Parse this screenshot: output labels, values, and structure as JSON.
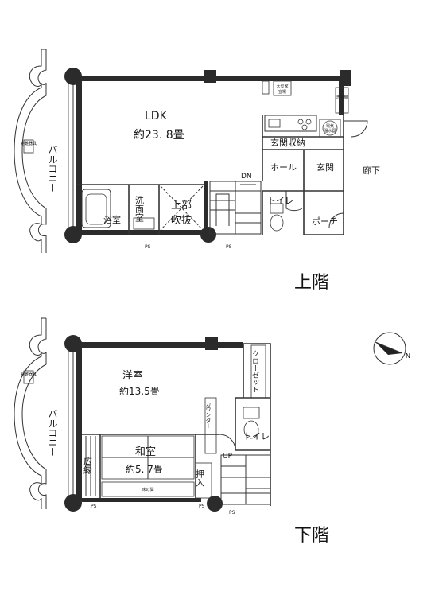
{
  "upper_floor": {
    "ldk": "LDK",
    "ldk_size": "約23. 8畳",
    "balcony": "バルコニー",
    "entrance_storage": "玄関収納",
    "hall": "ホール",
    "entrance": "玄関",
    "corridor": "廊下",
    "dn": "DN",
    "toilet": "トイレ",
    "porch": "ポーチ",
    "bathroom": "浴室",
    "washroom": "洗面室",
    "void": "上部吹抜",
    "floor_label": "上階",
    "evac_hatch": "避難器具",
    "meter_box": "電気温水器",
    "washer": "洗濯機",
    "ps": "PS"
  },
  "lower_floor": {
    "western_room": "洋室",
    "western_size": "約13.5畳",
    "japanese_room": "和室",
    "japanese_size": "約5. 7畳",
    "balcony": "バルコニー",
    "closet": "クローゼット",
    "counter": "カウンター",
    "toilet": "トイレ",
    "up": "UP",
    "veranda": "広縁",
    "oshiire": "押入",
    "tokonoma": "床の間",
    "floor_label": "下階",
    "evac_hatch": "避難器具",
    "ps": "PS"
  },
  "compass": {
    "north": "N"
  }
}
